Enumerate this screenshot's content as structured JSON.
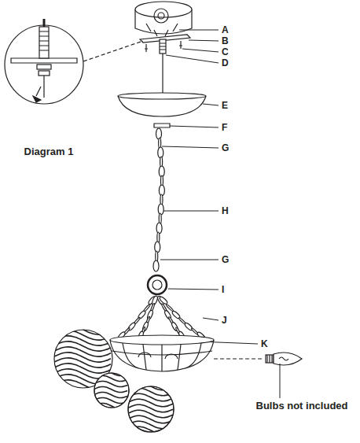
{
  "diagram": {
    "labels": [
      "A",
      "B",
      "C",
      "D",
      "E",
      "F",
      "G",
      "H",
      "G",
      "I",
      "J",
      "K",
      "Diagram 1",
      "Bulbs not included"
    ]
  }
}
